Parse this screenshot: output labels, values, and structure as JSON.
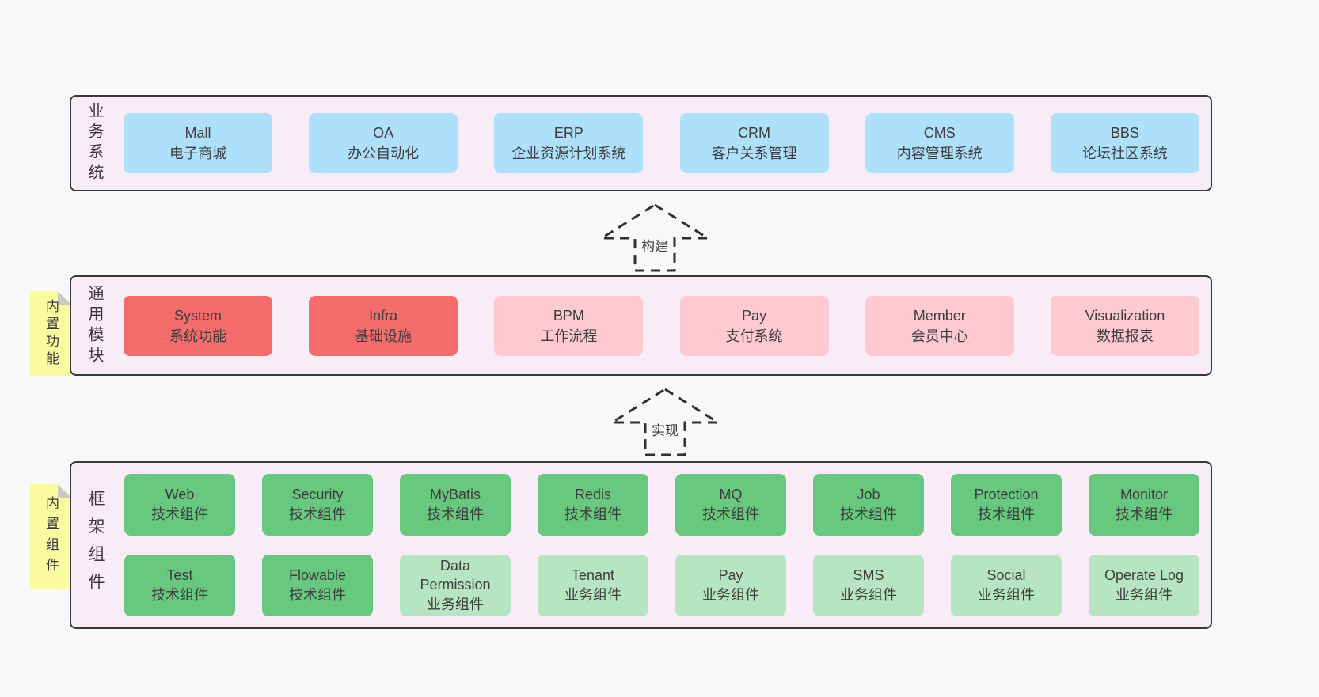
{
  "colors": {
    "page_bg": "#f8f8f8",
    "container_bg": "#f8edf6",
    "border": "#3a3a3a",
    "blue": "#aee0fb",
    "red": "#f56c6c",
    "pink": "#ffc9d1",
    "green": "#68c87f",
    "light_green": "#b7e5c1",
    "yellow": "#fafaa1",
    "fold_gray": "#c9c9c9",
    "arrow_stroke": "#2f2f2f"
  },
  "arrows": {
    "build": "构建",
    "implement": "实现"
  },
  "sections": {
    "business": {
      "side_label": "业务系统",
      "boxes": [
        {
          "name": "Mall",
          "desc": "电子商城"
        },
        {
          "name": "OA",
          "desc": "办公自动化"
        },
        {
          "name": "ERP",
          "desc": "企业资源计划系统"
        },
        {
          "name": "CRM",
          "desc": "客户关系管理"
        },
        {
          "name": "CMS",
          "desc": "内容管理系统"
        },
        {
          "name": "BBS",
          "desc": "论坛社区系统"
        }
      ]
    },
    "modules": {
      "side_label": "通用模块",
      "tag": "内置功能",
      "boxes": [
        {
          "name": "System",
          "desc": "系统功能",
          "variant": "red"
        },
        {
          "name": "Infra",
          "desc": "基础设施",
          "variant": "red"
        },
        {
          "name": "BPM",
          "desc": "工作流程",
          "variant": "pink"
        },
        {
          "name": "Pay",
          "desc": "支付系统",
          "variant": "pink"
        },
        {
          "name": "Member",
          "desc": "会员中心",
          "variant": "pink"
        },
        {
          "name": "Visualization",
          "desc": "数据报表",
          "variant": "pink"
        }
      ]
    },
    "framework": {
      "side_label": "框架组件",
      "tag": "内置组件",
      "row1": [
        {
          "name": "Web",
          "desc": "技术组件",
          "variant": "green"
        },
        {
          "name": "Security",
          "desc": "技术组件",
          "variant": "green"
        },
        {
          "name": "MyBatis",
          "desc": "技术组件",
          "variant": "green"
        },
        {
          "name": "Redis",
          "desc": "技术组件",
          "variant": "green"
        },
        {
          "name": "MQ",
          "desc": "技术组件",
          "variant": "green"
        },
        {
          "name": "Job",
          "desc": "技术组件",
          "variant": "green"
        },
        {
          "name": "Protection",
          "desc": "技术组件",
          "variant": "green"
        },
        {
          "name": "Monitor",
          "desc": "技术组件",
          "variant": "green"
        }
      ],
      "row2": [
        {
          "name": "Test",
          "desc": "技术组件",
          "variant": "green"
        },
        {
          "name": "Flowable",
          "desc": "技术组件",
          "variant": "green"
        },
        {
          "name": "Data Permission",
          "desc": "业务组件",
          "variant": "lightgreen"
        },
        {
          "name": "Tenant",
          "desc": "业务组件",
          "variant": "lightgreen"
        },
        {
          "name": "Pay",
          "desc": "业务组件",
          "variant": "lightgreen"
        },
        {
          "name": "SMS",
          "desc": "业务组件",
          "variant": "lightgreen"
        },
        {
          "name": "Social",
          "desc": "业务组件",
          "variant": "lightgreen"
        },
        {
          "name": "Operate Log",
          "desc": "业务组件",
          "variant": "lightgreen"
        }
      ]
    }
  }
}
